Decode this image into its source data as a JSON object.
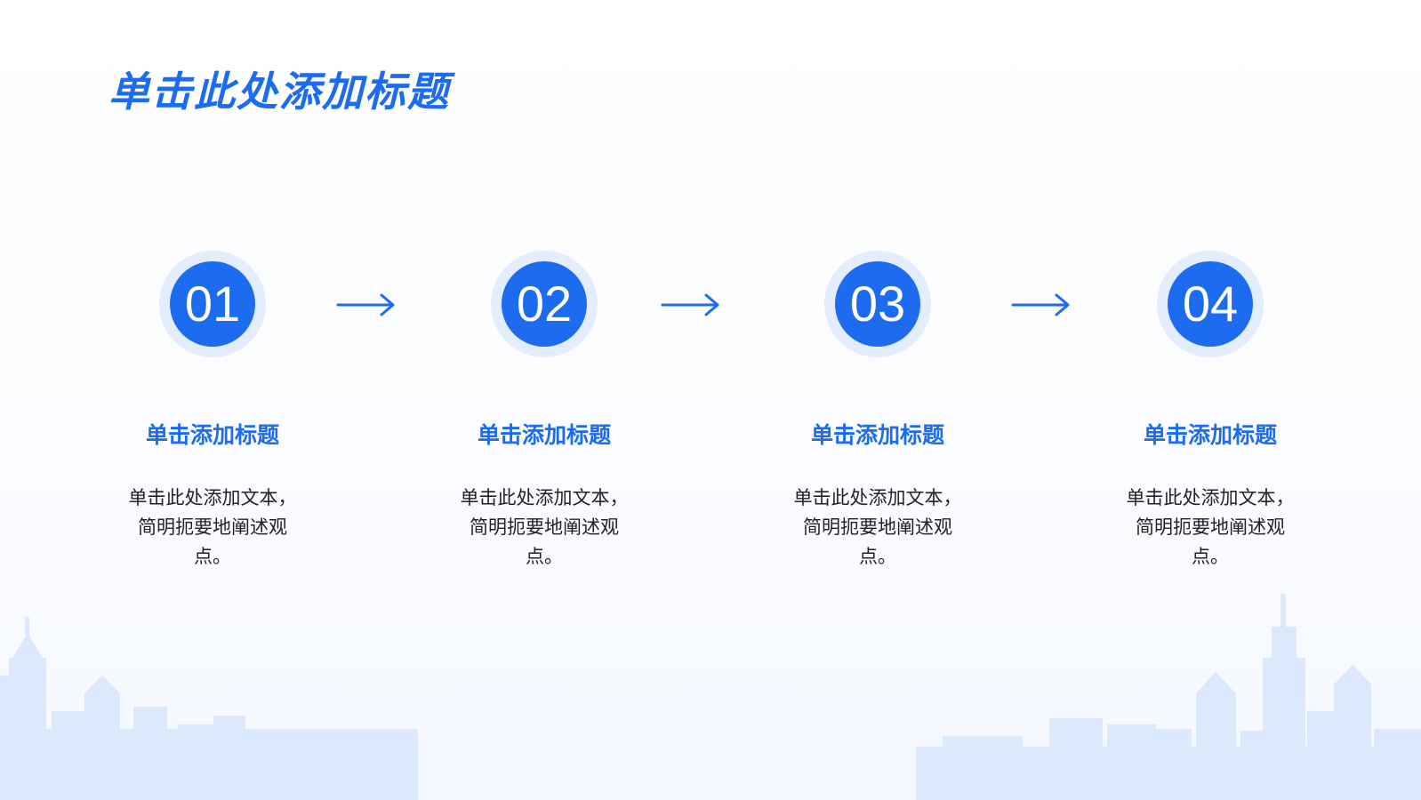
{
  "slide": {
    "title": "单击此处添加标题",
    "accent_color": "#1b6cf2",
    "circle_color": "#1d6cf0",
    "halo_color": "#e3edfd",
    "skyline_color": "#dce8fc"
  },
  "steps": [
    {
      "number": "01",
      "title": "单击添加标题",
      "description": "单击此处添加文本，简明扼要地阐述观点。"
    },
    {
      "number": "02",
      "title": "单击添加标题",
      "description": "单击此处添加文本，简明扼要地阐述观点。"
    },
    {
      "number": "03",
      "title": "单击添加标题",
      "description": "单击此处添加文本，简明扼要地阐述观点。"
    },
    {
      "number": "04",
      "title": "单击添加标题",
      "description": "单击此处添加文本，简明扼要地阐述观点。"
    }
  ],
  "icons": {
    "arrow": "arrow-right-icon"
  }
}
